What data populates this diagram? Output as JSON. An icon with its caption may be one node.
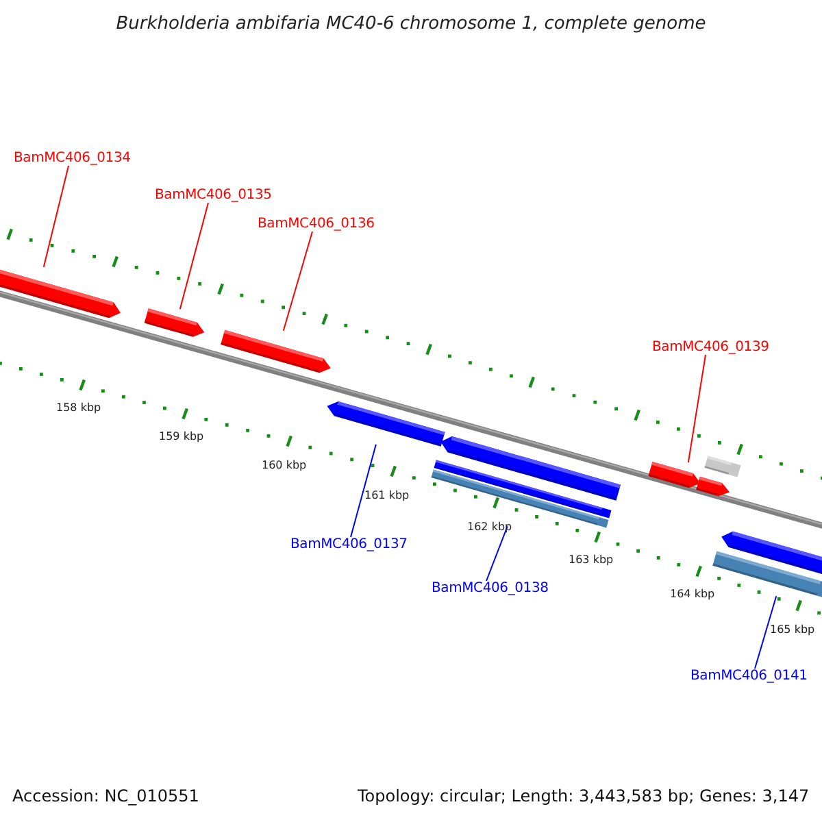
{
  "diagram": {
    "title": "Burkholderia ambifaria MC40-6 chromosome 1, complete genome",
    "nodes": [
      {
        "text": [
          "BamMC406_0134"
        ]
      },
      {
        "text": [],
        "shape": "arrow"
      },
      {
        "text": [
          "BamMC406_0135"
        ]
      },
      {
        "text": [],
        "shape": "arrow"
      },
      {
        "text": [
          "BamMC406_0136"
        ]
      },
      {
        "text": [],
        "shape": "arrow"
      },
      {
        "text": [
          "BamMC406_0139"
        ]
      },
      {
        "text": [],
        "shape": "arrow"
      },
      {
        "text": [],
        "shape": "bar"
      },
      {
        "text": [],
        "shape": "arrow"
      },
      {
        "text": [],
        "shape": "arrow"
      },
      {
        "text": [],
        "shape": "arrow"
      },
      {
        "text": [],
        "shape": "bar"
      },
      {
        "text": [],
        "shape": "bar"
      },
      {
        "text": [],
        "shape": "arrow"
      },
      {
        "text": [],
        "shape": "bar"
      },
      {
        "text": [
          "BamMC406_0137"
        ]
      },
      {
        "text": [
          "BamMC406_0138"
        ]
      },
      {
        "text": [
          "BamMC406_0141"
        ]
      }
    ],
    "edges": [
      {
        "from": 0,
        "to": 1,
        "arrow": "none"
      },
      {
        "from": 2,
        "to": 3,
        "arrow": "none"
      },
      {
        "from": 4,
        "to": 5,
        "arrow": "none"
      },
      {
        "from": 6,
        "to": 7,
        "arrow": "none"
      },
      {
        "from": 16,
        "to": 10,
        "arrow": "none",
        "color": "#0000ff"
      },
      {
        "from": 17,
        "to": 13,
        "arrow": "none",
        "color": "#0000ff"
      },
      {
        "from": 18,
        "to": 15,
        "arrow": "none",
        "color": "#0000ff"
      }
    ],
    "labels": [
      "158 kbp",
      "159 kbp",
      "160 kbp",
      "161 kbp",
      "162 kbp",
      "163 kbp",
      "164 kbp",
      "165 kbp",
      "Accession: NC_010551",
      "Topology: circular; Length: 3,443,583 bp; Genes: 3,147"
    ]
  }
}
